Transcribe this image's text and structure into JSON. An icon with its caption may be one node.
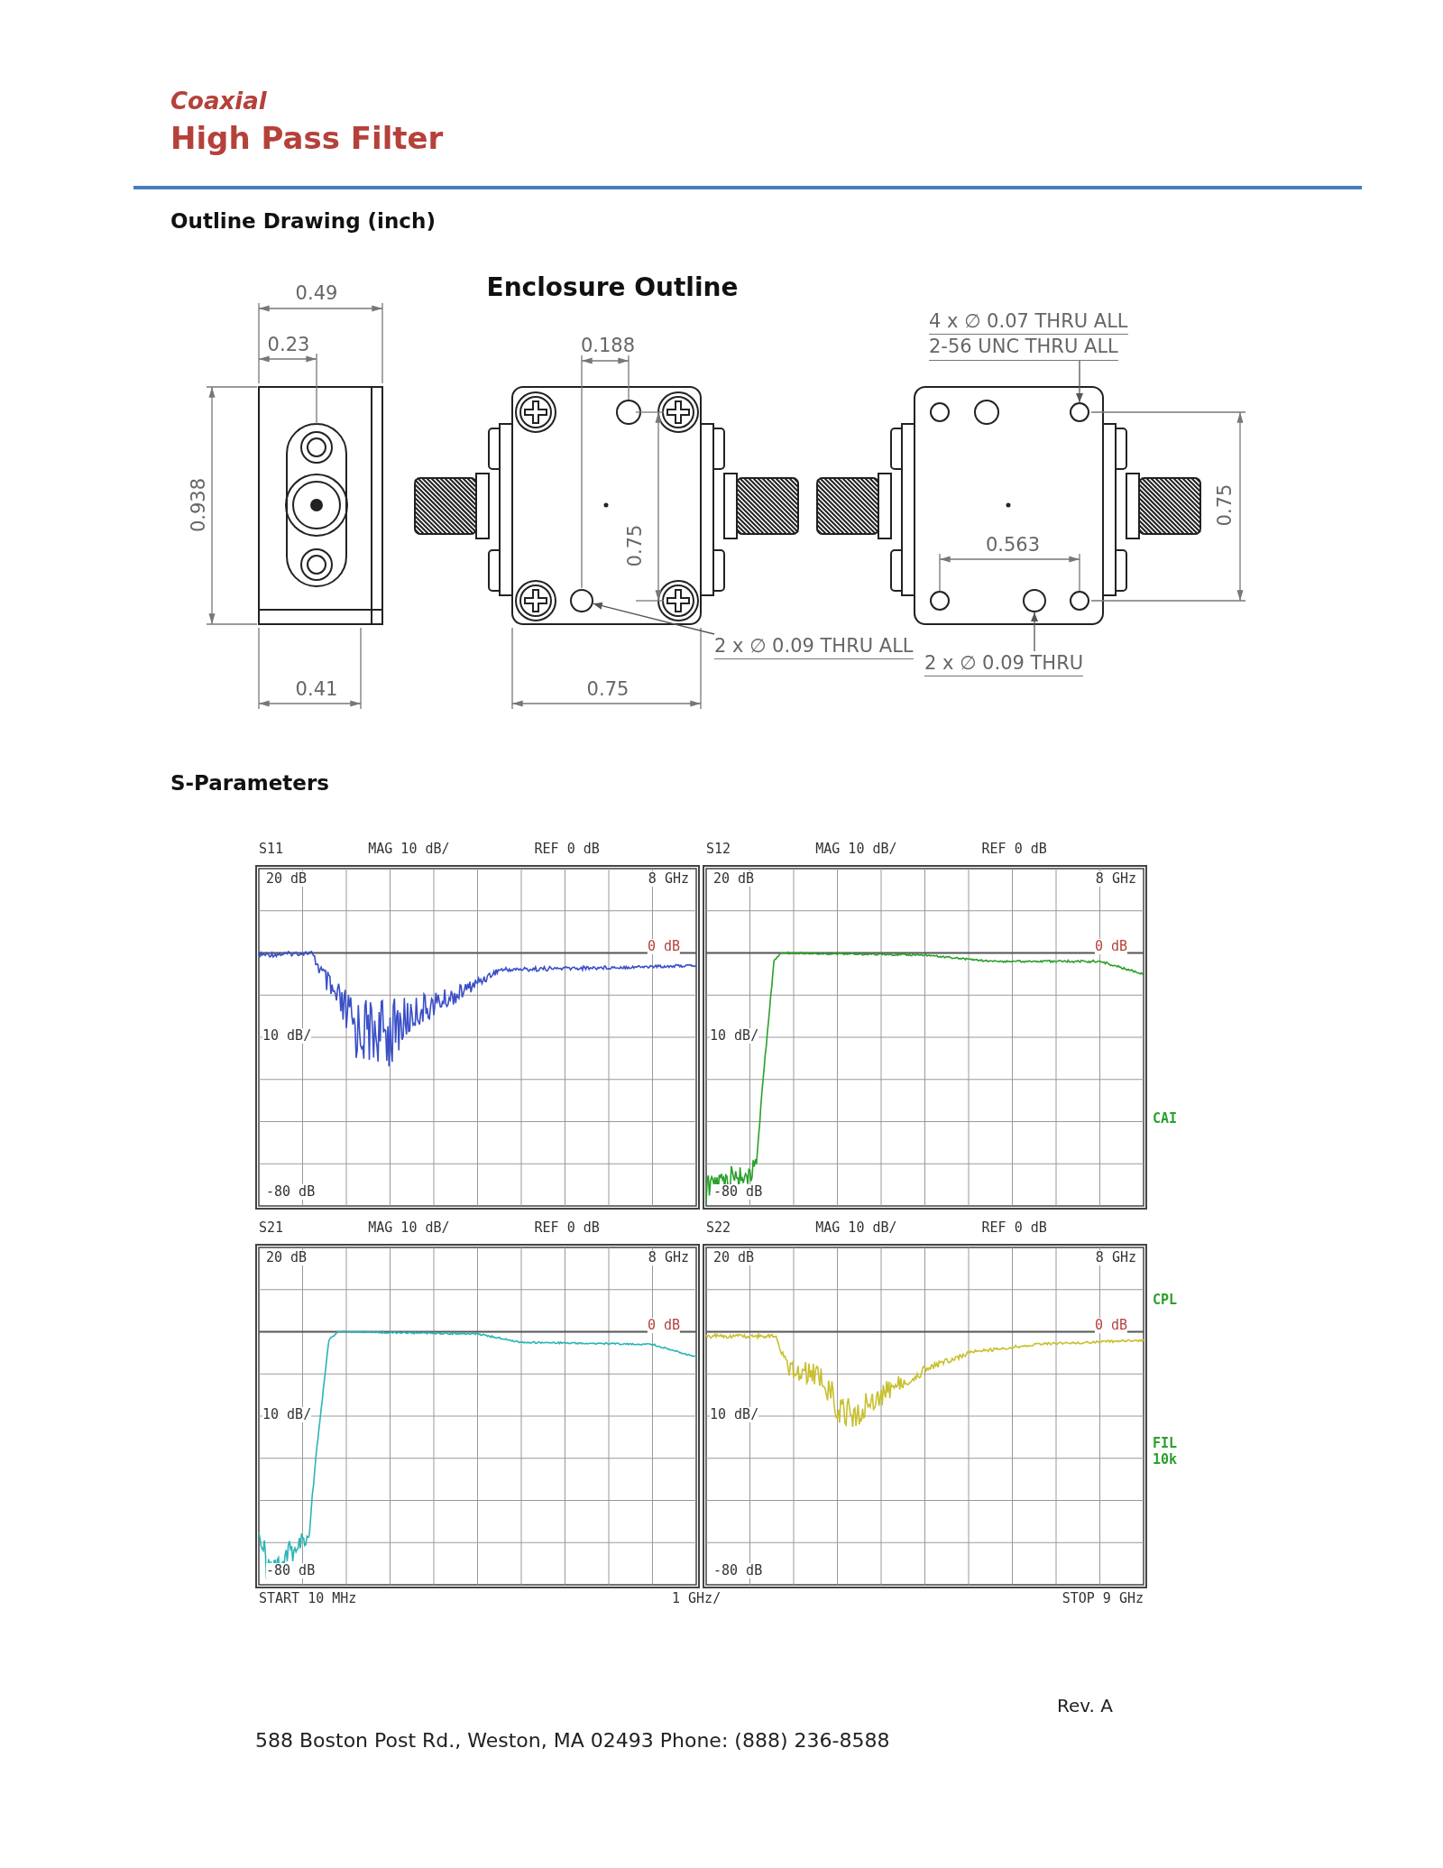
{
  "diagram": {
    "title": "High Pass Filter",
    "nodes": [
      {
        "text": [
          "4 x ∅ 0.07 THRU ALL",
          "2-56 UNC  THRU ALL"
        ]
      },
      {
        "text": [],
        "shape": "circle"
      },
      {
        "text": [
          "2 x ∅ 0.09 THRU ALL"
        ]
      },
      {
        "text": [],
        "shape": "circle"
      },
      {
        "text": [
          "2 x ∅ 0.09 THRU"
        ]
      },
      {
        "text": [],
        "shape": "circle"
      }
    ],
    "edges": [
      {
        "from": 0,
        "to": 1,
        "arrow": "to"
      },
      {
        "from": 2,
        "to": 3,
        "arrow": "to"
      },
      {
        "from": 4,
        "to": 5,
        "arrow": "to"
      }
    ],
    "labels": [
      "Coaxial",
      "Outline Drawing (inch)",
      "0.49",
      "Enclosure Outline",
      "0.23",
      "0.188",
      "0.938",
      "0.75",
      "0.75",
      "0.563",
      "0.41",
      "0.75",
      "S-Parameters",
      "S11",
      "MAG 10 dB/",
      "REF 0 dB",
      "20 dB",
      "8 GHz",
      "0 dB",
      "10 dB/",
      "-80 dB",
      "S12",
      "MAG 10 dB/",
      "REF 0 dB",
      "20 dB",
      "8 GHz",
      "0 dB",
      "10 dB/",
      "-80 dB",
      "CAI",
      "S21",
      "MAG 10 dB/",
      "REF 0 dB",
      "20 dB",
      "8 GHz",
      "0 dB",
      "10 dB/",
      "-80 dB",
      "S22",
      "MAG 10 dB/",
      "REF 0 dB",
      "20 dB",
      "8 GHz",
      "0 dB",
      "10 dB/",
      "-80 dB",
      "CPL",
      "FIL",
      "10k",
      "START  10 MHz",
      "1 GHz/",
      "STOP 9 GHz",
      "Rev. A",
      "588 Boston Post Rd., Weston, MA 02493 Phone: (888) 236-8588"
    ]
  }
}
